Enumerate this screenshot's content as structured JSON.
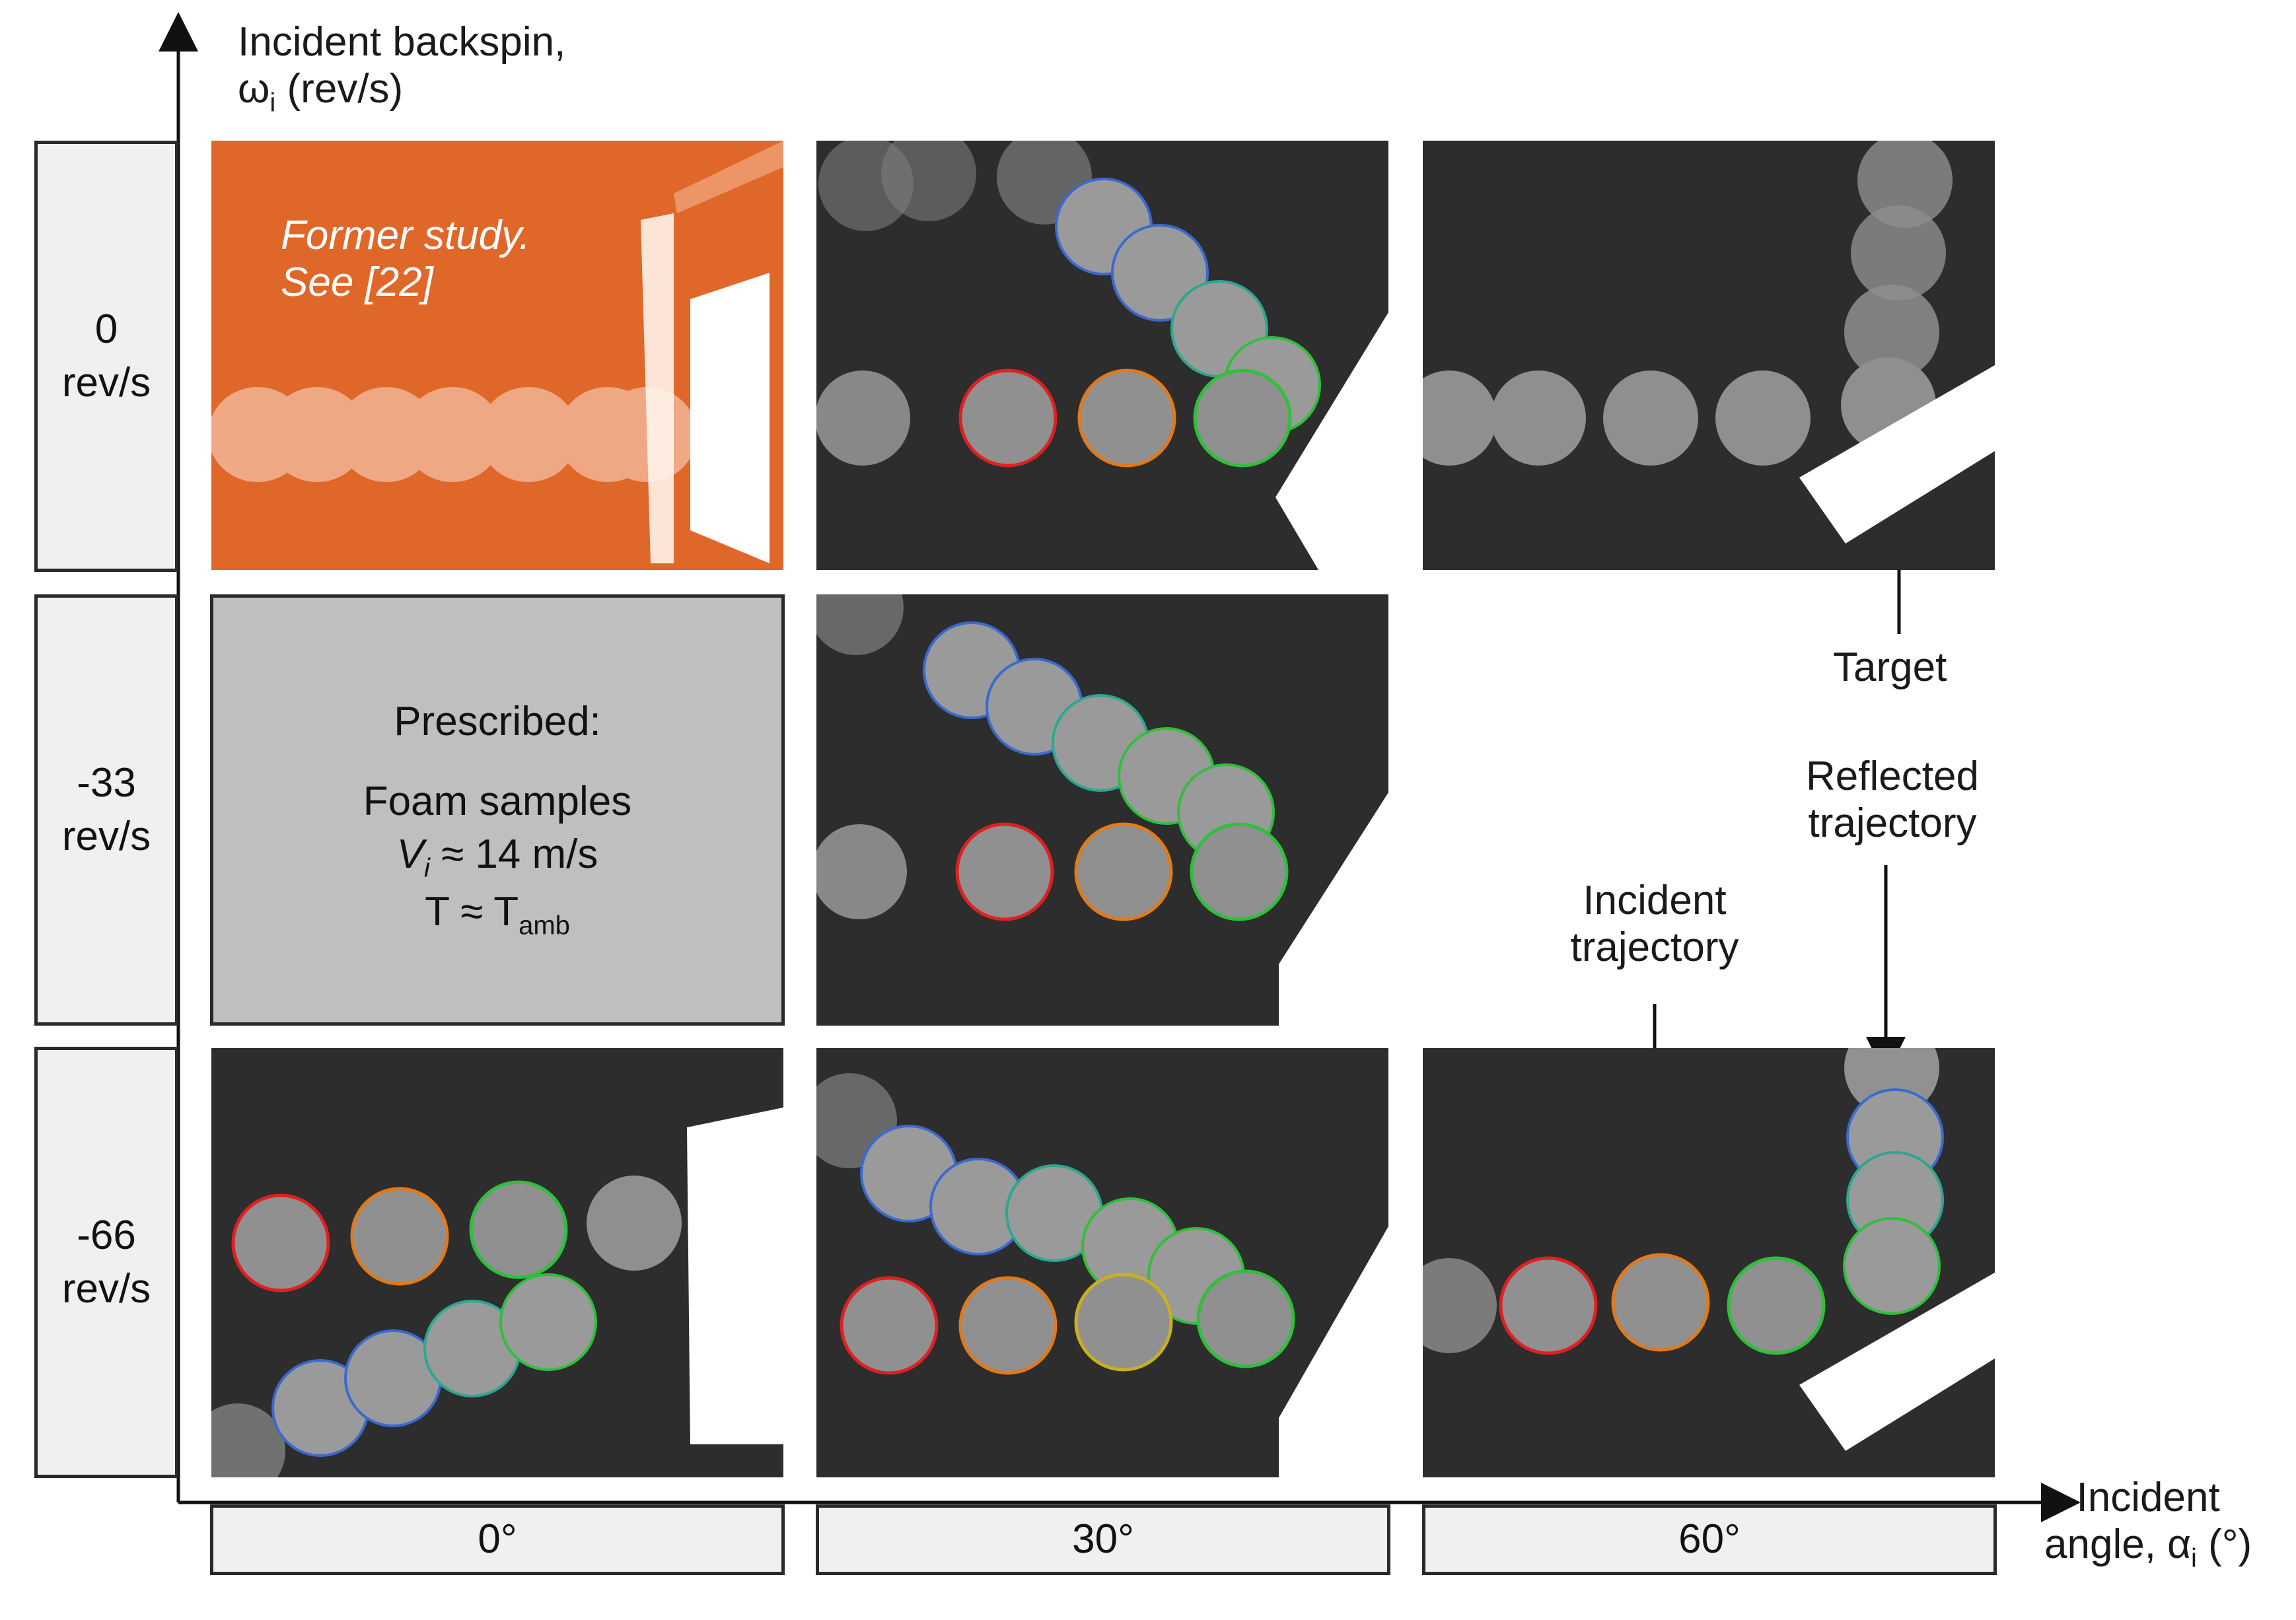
{
  "y_axis": {
    "title_line1": "Incident backspin,",
    "title_symbol": "ω",
    "title_sub": "i",
    "title_unit": " (rev/s)"
  },
  "x_axis": {
    "title_line1": "Incident",
    "title_prefix": "angle, ",
    "title_symbol": "α",
    "title_sub": "i",
    "title_unit": " (°)"
  },
  "rows": [
    {
      "value": "0",
      "unit": "rev/s"
    },
    {
      "value": "-33",
      "unit": "rev/s"
    },
    {
      "value": "-66",
      "unit": "rev/s"
    }
  ],
  "columns": [
    "0°",
    "30°",
    "60°"
  ],
  "former_study": {
    "line1": "Former study.",
    "line2": "See [22]"
  },
  "prescribed": {
    "title": "Prescribed:",
    "line1": "Foam samples",
    "velocity_symbol": "V",
    "velocity_sub": "i",
    "velocity_rest": " ≈ 14 m/s",
    "temp_prefix": "T ≈ T",
    "temp_sub": "amb"
  },
  "annotations": {
    "target": "Target",
    "reflected_line1": "Reflected",
    "reflected_line2": "trajectory",
    "incident_line1": "Incident",
    "incident_line2": "trajectory"
  },
  "colors": {
    "orange_panel": "#e0672a",
    "prescribed_fill": "#bfbfbf",
    "label_fill": "#f0f0f0",
    "photo_bg": "#2b2b2b",
    "ring_red": "#e02020",
    "ring_orange": "#e07a1a",
    "ring_yellow": "#c8b020",
    "ring_green": "#2ec03a",
    "ring_teal": "#2aa890",
    "ring_blue": "#3a6ad0"
  }
}
